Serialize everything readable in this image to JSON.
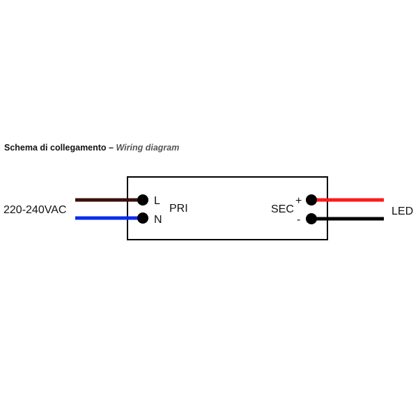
{
  "title": {
    "main": "Schema di collegamento",
    "separator": " – ",
    "sub": "Wiring diagram"
  },
  "diagram": {
    "input_label": "220-240VAC",
    "output_label": "LED",
    "primary_label": "PRI",
    "secondary_label": "SEC",
    "terminal_l": "L",
    "terminal_n": "N",
    "terminal_plus": "+",
    "terminal_minus": "-",
    "colors": {
      "wire_live": "#3a0f0a",
      "wire_neutral": "#0a2cf0",
      "wire_positive": "#ff1a1a",
      "wire_negative": "#000000",
      "terminal": "#000000",
      "box_border": "#000000"
    }
  }
}
